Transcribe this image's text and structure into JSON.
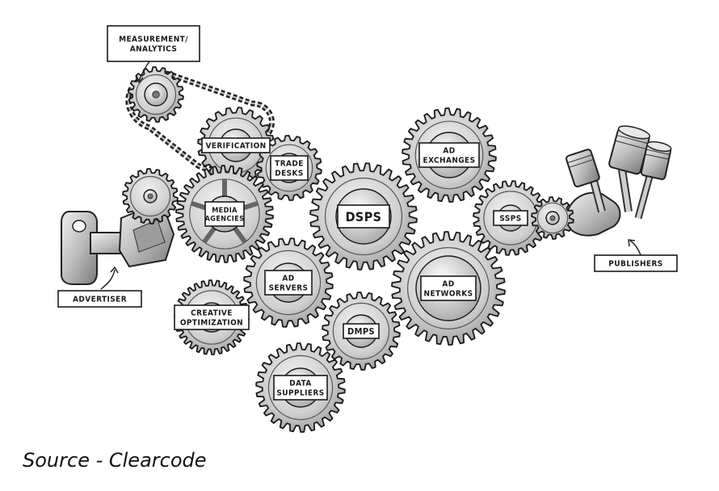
{
  "caption": "Source - Clearcode",
  "gears": [
    {
      "id": "measurement",
      "lines": []
    },
    {
      "id": "verification",
      "lines": [
        "VERIFICATION"
      ]
    },
    {
      "id": "trade-desks",
      "lines": [
        "TRADE",
        "DESKS"
      ]
    },
    {
      "id": "media-agencies",
      "lines": [
        "MEDIA",
        "AGENCIES"
      ]
    },
    {
      "id": "dsps",
      "lines": [
        "DSPS"
      ]
    },
    {
      "id": "ad-exchanges",
      "lines": [
        "AD",
        "EXCHANGES"
      ]
    },
    {
      "id": "ssps",
      "lines": [
        "SSPS"
      ]
    },
    {
      "id": "ad-servers",
      "lines": [
        "AD",
        "SERVERS"
      ]
    },
    {
      "id": "creative-optimization",
      "lines": [
        "CREATIVE",
        "OPTIMIZATION"
      ]
    },
    {
      "id": "dmps",
      "lines": [
        "DMPS"
      ]
    },
    {
      "id": "ad-networks",
      "lines": [
        "AD",
        "NETWORKS"
      ]
    },
    {
      "id": "data-suppliers",
      "lines": [
        "DATA",
        "SUPPLIERS"
      ]
    },
    {
      "id": "advertiser-gear",
      "lines": []
    },
    {
      "id": "ssp-small",
      "lines": []
    }
  ],
  "callouts": [
    {
      "id": "measurement-analytics",
      "lines": [
        "MEASUREMENT/",
        "ANALYTICS"
      ]
    },
    {
      "id": "advertiser",
      "lines": [
        "ADVERTISER"
      ]
    },
    {
      "id": "publishers",
      "lines": [
        "PUBLISHERS"
      ]
    }
  ],
  "colors": {
    "ink": "#1a1a1a",
    "gear_fill": "#d4d4d4",
    "gear_dark": "#8a8a8a",
    "label_bg": "#ffffff"
  }
}
